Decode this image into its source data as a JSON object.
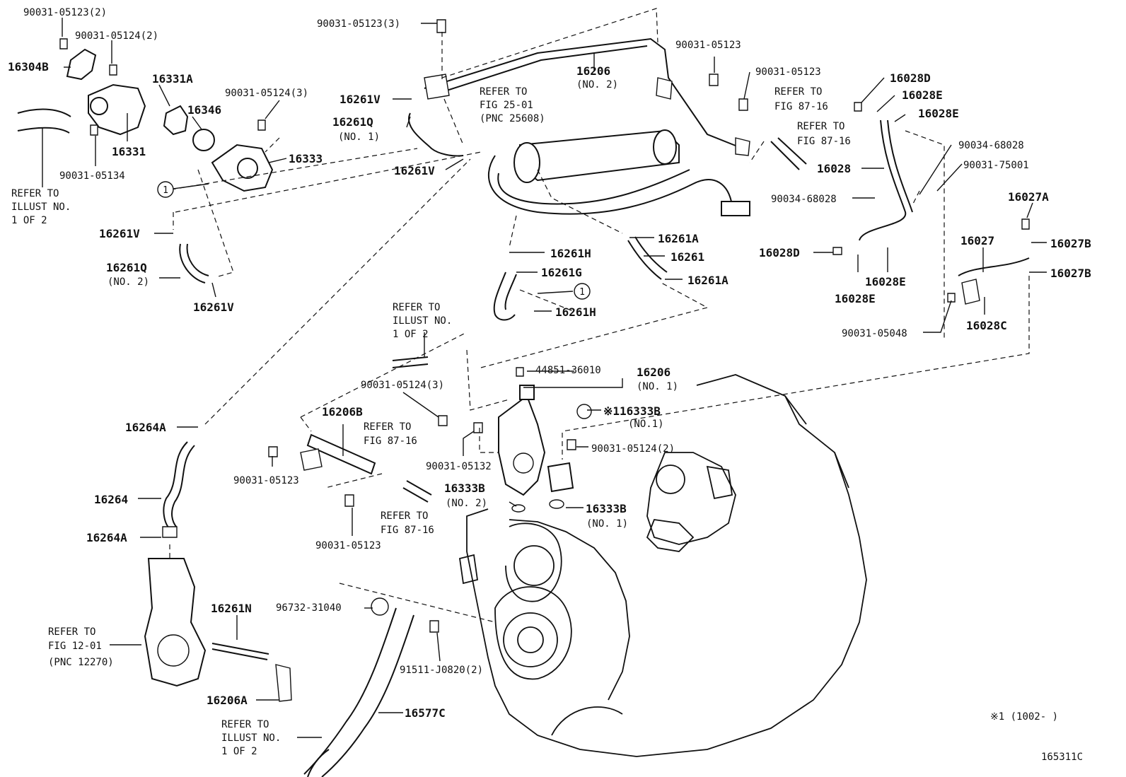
{
  "diagram_id": "165311C",
  "footnote": "※1 (1002-      )",
  "circle_ref": "1",
  "labels": {
    "l_90031_05123_2": "90031-05123(2)",
    "l_90031_05124_2_top": "90031-05124(2)",
    "l_16304B": "16304B",
    "l_16331A": "16331A",
    "l_90031_05124_3_top": "90031-05124(3)",
    "l_16346": "16346",
    "l_16331": "16331",
    "l_16333": "16333",
    "l_90031_05134": "90031-05134",
    "l_90031_05123_3": "90031-05123(3)",
    "l_16261V_a": "16261V",
    "l_16261Q_a": "16261Q",
    "l_16261Q_a_sub": "(NO. 1)",
    "l_16261V_b": "16261V",
    "l_16261V_c": "16261V",
    "l_16261Q_b": "16261Q",
    "l_16261Q_b_sub": "(NO. 2)",
    "l_16261V_d": "16261V",
    "l_16206_top": "16206",
    "l_16206_top_sub": "(NO. 2)",
    "l_90031_05123_a": "90031-05123",
    "l_90031_05123_b": "90031-05123",
    "l_16028D_a": "16028D",
    "l_16028E_a": "16028E",
    "l_16028E_b": "16028E",
    "l_16028": "16028",
    "l_90034_68028_a": "90034-68028",
    "l_90031_75001": "90031-75001",
    "l_90034_68028_b": "90034-68028",
    "l_16027A": "16027A",
    "l_16027": "16027",
    "l_16027B_a": "16027B",
    "l_16027B_b": "16027B",
    "l_16028D_b": "16028D",
    "l_16028E_c": "16028E",
    "l_16028E_d": "16028E",
    "l_16028C": "16028C",
    "l_90031_05048": "90031-05048",
    "l_16261A_a": "16261A",
    "l_16261": "16261",
    "l_16261A_b": "16261A",
    "l_16261H_a": "16261H",
    "l_16261G": "16261G",
    "l_16261H_b": "16261H",
    "l_44851_36010": "44851-36010",
    "l_16206_mid": "16206",
    "l_16206_mid_sub": "(NO. 1)",
    "l_90031_05124_3_mid": "90031-05124(3)",
    "l_16333B_a": "※116333B",
    "l_16333B_a_sub": "(NO.1)",
    "l_16206B": "16206B",
    "l_90031_05124_2_mid": "90031-05124(2)",
    "l_90031_05132": "90031-05132",
    "l_90031_05123_c": "90031-05123",
    "l_16333B_b": "16333B",
    "l_16333B_b_sub": "(NO. 2)",
    "l_16333B_c": "16333B",
    "l_16333B_c_sub": "(NO. 1)",
    "l_90031_05123_d": "90031-05123",
    "l_16264A_a": "16264A",
    "l_16264": "16264",
    "l_16264A_b": "16264A",
    "l_16261N": "16261N",
    "l_96732_31040": "96732-31040",
    "l_91511_J0820": "91511-J0820(2)",
    "l_16206A": "16206A",
    "l_16577C": "16577C"
  },
  "refs": {
    "illust_1": [
      "REFER TO",
      "ILLUST NO.",
      "1 OF 2"
    ],
    "fig2501": [
      "REFER TO",
      "FIG 25-01",
      "(PNC 25608)"
    ],
    "fig8716_a": [
      "REFER TO",
      "FIG 87-16"
    ],
    "fig8716_b": [
      "REFER TO",
      "FIG 87-16"
    ],
    "illust_2": [
      "REFER TO",
      "ILLUST NO.",
      "1 OF 2"
    ],
    "fig8716_c": [
      "REFER TO",
      "FIG 87-16"
    ],
    "fig8716_d": [
      "REFER TO",
      "FIG 87-16"
    ],
    "fig1201": [
      "REFER TO",
      "FIG 12-01",
      "(PNC 12270)"
    ],
    "illust_3": [
      "REFER TO",
      "ILLUST NO.",
      "1 OF 2"
    ]
  }
}
